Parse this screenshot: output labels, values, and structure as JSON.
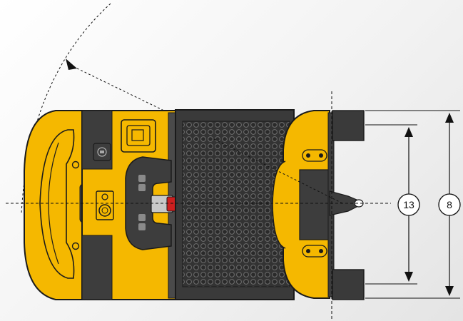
{
  "diagram": {
    "view": "top",
    "subject": "pallet truck",
    "colors": {
      "body_yellow": "#f5b800",
      "dark_grey": "#3d3d3d",
      "panel_grey": "#4a4a4a",
      "outline": "#1a1a1a",
      "button_red": "#cc1f1f",
      "background": "#efefef"
    },
    "dimensions": [
      {
        "id": "inner-fork-width",
        "label": "13"
      },
      {
        "id": "outer-fork-width",
        "label": "8"
      }
    ]
  }
}
